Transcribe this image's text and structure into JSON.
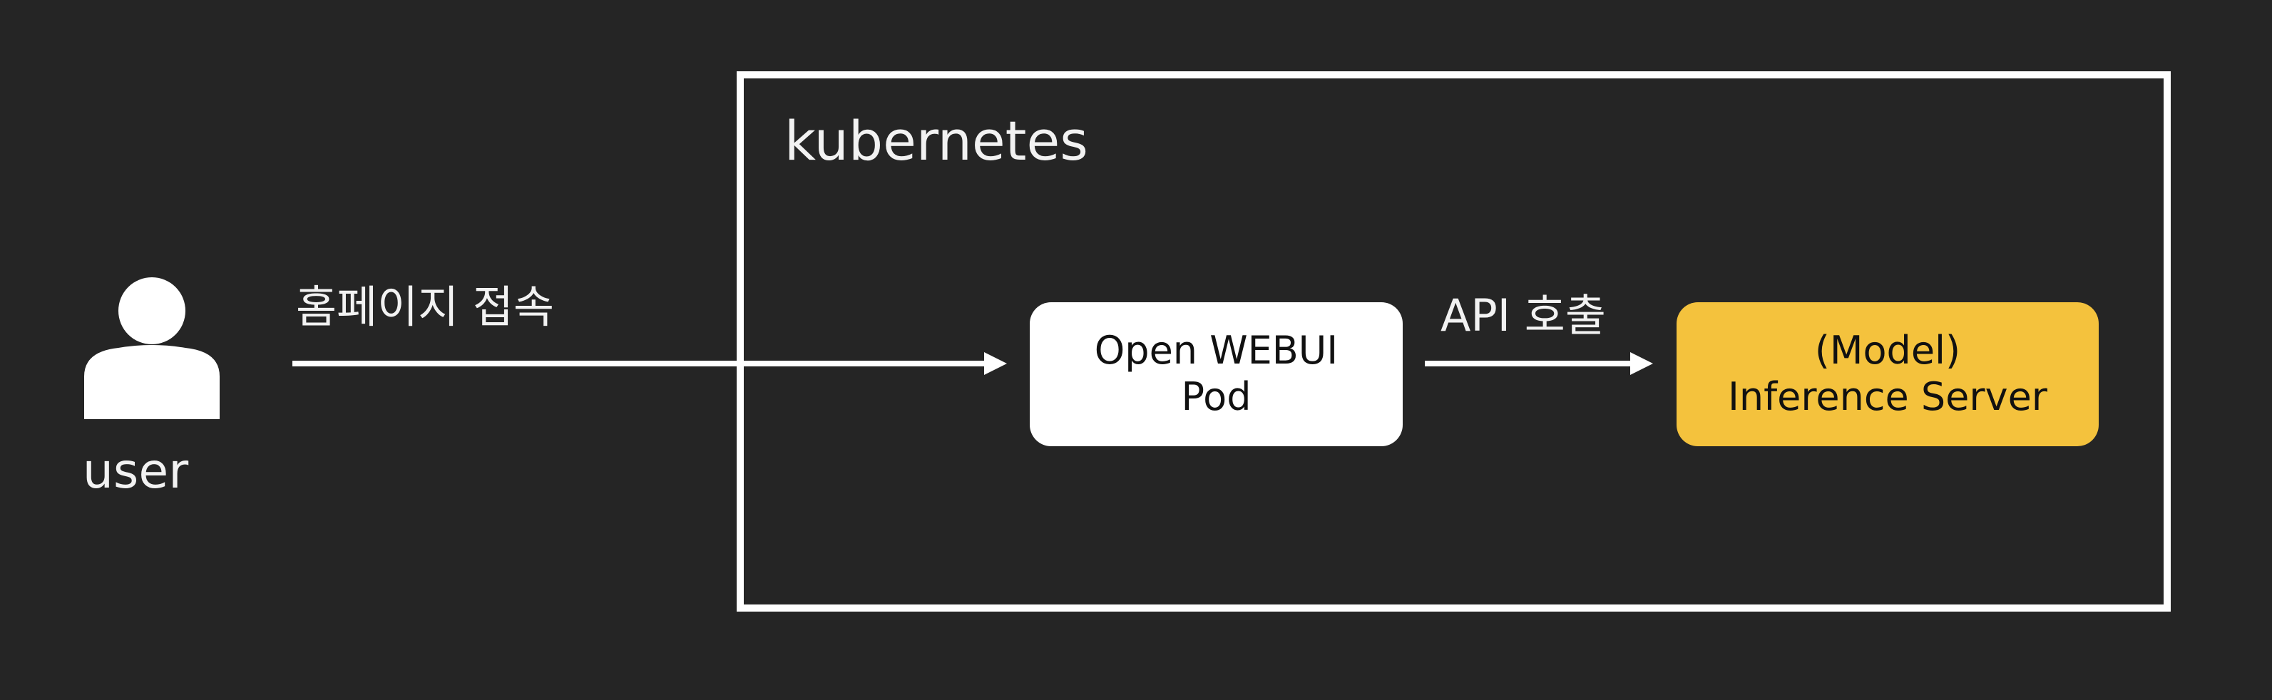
{
  "colors": {
    "background": "#252525",
    "foreground": "#ffffff",
    "webui_fill": "#ffffff",
    "inference_fill": "#f4c23d",
    "node_text": "#111111"
  },
  "cluster": {
    "label": "kubernetes"
  },
  "user": {
    "icon": "user-icon",
    "label": "user"
  },
  "nodes": {
    "webui": {
      "line1": "Open WEBUI",
      "line2": "Pod"
    },
    "inference": {
      "line1": "(Model)",
      "line2": "Inference Server"
    }
  },
  "edges": {
    "user_to_webui": "홈페이지 접속",
    "webui_to_inference": "API 호출"
  }
}
